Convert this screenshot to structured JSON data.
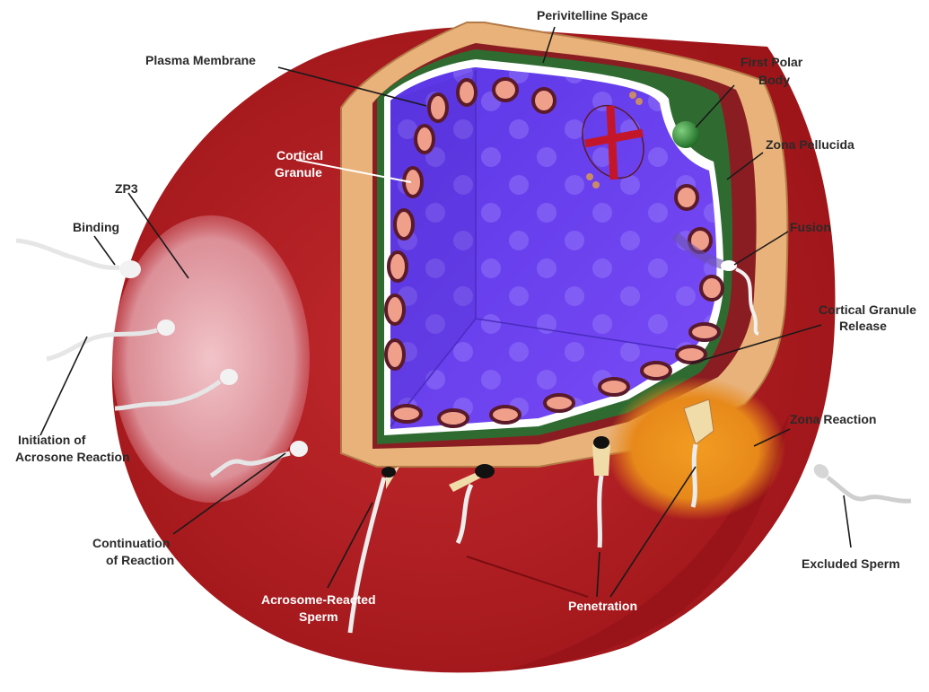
{
  "labels": {
    "perivitelline_space": "Perivitelline Space",
    "plasma_membrane": "Plasma Membrane",
    "first_polar_body_1": "First Polar",
    "first_polar_body_2": "Body",
    "zona_pellucida": "Zona Pellucida",
    "cortical_granule_1": "Cortical",
    "cortical_granule_2": "Granule",
    "zp3": "ZP3",
    "binding": "Binding",
    "fusion": "Fusion",
    "cortical_granule_release_1": "Cortical Granule",
    "cortical_granule_release_2": "Release",
    "zona_reaction": "Zona Reaction",
    "initiation_1": "Initiation of",
    "initiation_2": "Acrosone Reaction",
    "continuation_1": "Continuation",
    "continuation_2": "of Reaction",
    "acrosome_reacted_1": "Acrosome-Reacted",
    "acrosome_reacted_2": "Sperm",
    "penetration": "Penetration",
    "excluded_sperm": "Excluded Sperm"
  },
  "colors": {
    "zona_red": "#b51d22",
    "zona_dark": "#8e1016",
    "zona_cut": "#e9b27a",
    "membrane_green": "#2f6b31",
    "cytoplasm": "#6a3ef0",
    "granule": "#f0a08a",
    "polar_body": "#2f8a36",
    "zp3_patch": "#e8b0b6",
    "zona_reaction": "#e88a1c"
  }
}
